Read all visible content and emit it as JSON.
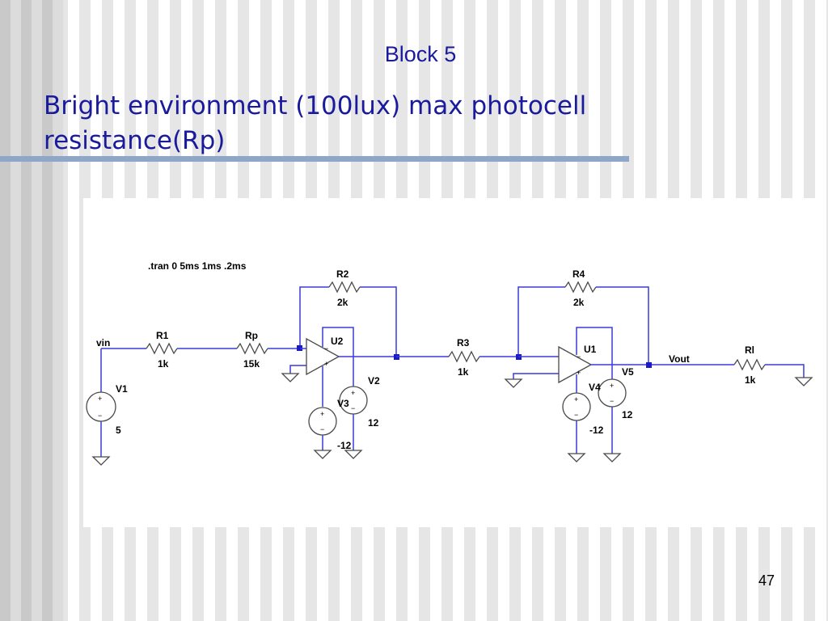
{
  "slide": {
    "heading": "Block 5",
    "title": "Bright environment (100lux) max photocell resistance(Rp)",
    "page_number": "47"
  },
  "schematic": {
    "directive": ".tran 0 5ms 1ms .2ms",
    "nets": {
      "input": "vin",
      "output": "Vout"
    },
    "components": {
      "R1": {
        "name": "R1",
        "value": "1k"
      },
      "Rp": {
        "name": "Rp",
        "value": "15k"
      },
      "R2": {
        "name": "R2",
        "value": "2k"
      },
      "U2": {
        "name": "U2"
      },
      "R3": {
        "name": "R3",
        "value": "1k"
      },
      "R4": {
        "name": "R4",
        "value": "2k"
      },
      "U1": {
        "name": "U1"
      },
      "Rl": {
        "name": "Rl",
        "value": "1k"
      },
      "V1": {
        "name": "V1",
        "value": "5"
      },
      "V2": {
        "name": "V2",
        "value": "12"
      },
      "V3": {
        "name": "V3",
        "value": "-12"
      },
      "V4": {
        "name": "V4",
        "value": "-12"
      },
      "V5": {
        "name": "V5",
        "value": "12"
      }
    },
    "polarity": {
      "plus": "+",
      "minus": "−"
    }
  }
}
